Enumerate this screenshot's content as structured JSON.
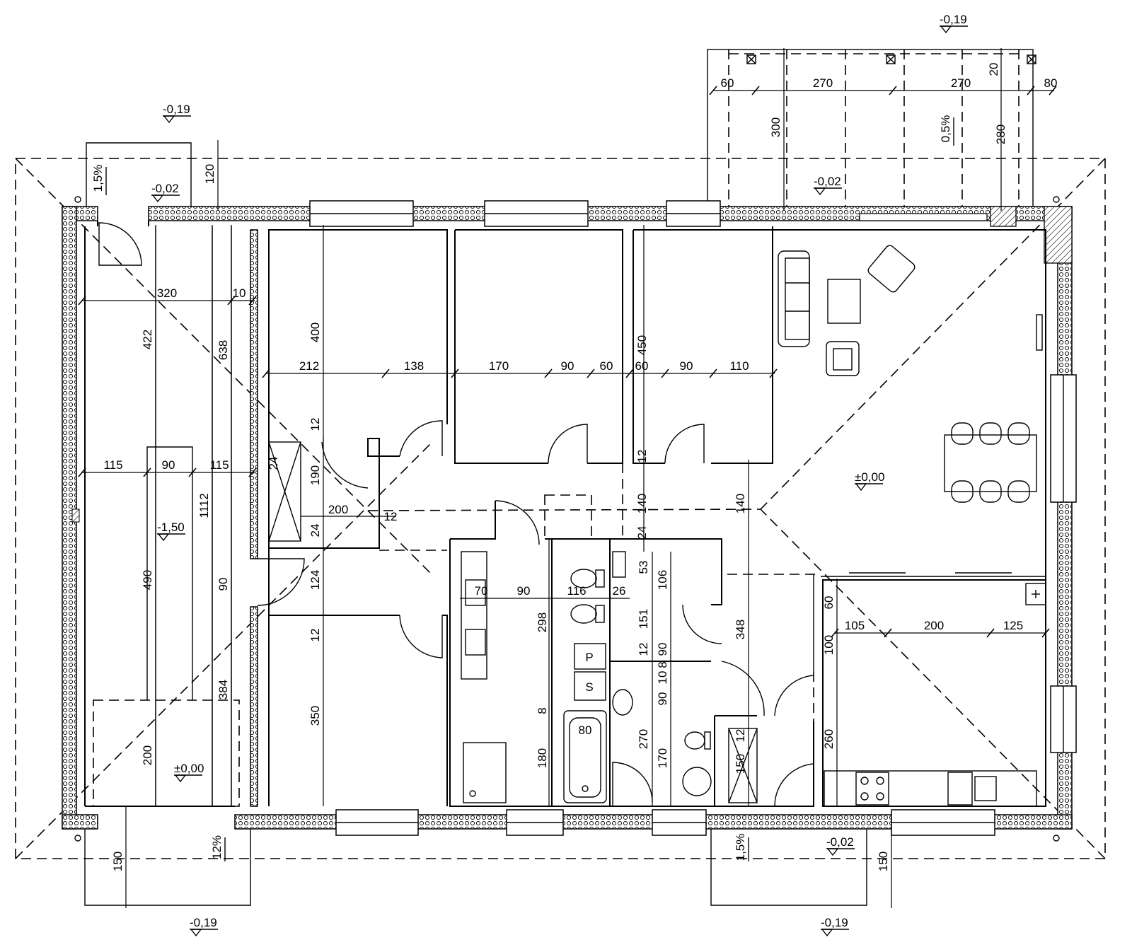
{
  "colors": {
    "ink": "#000000",
    "paper": "#ffffff"
  },
  "levels": {
    "top_right": "-0,19",
    "top_left": "-0,19",
    "entrance_left": "-0,02",
    "terrace_top": "-0,02",
    "living": "±0,00",
    "garage": "±0,00",
    "stair": "-1,50",
    "bottom_left": "-0,19",
    "bottom_right": "-0,19",
    "entrance_right": "-0,02"
  },
  "slopes": {
    "entrance_left": "1,5%",
    "terrace": "0,5%",
    "ramp": "12%",
    "entrance_right": "1,5%"
  },
  "fixture_labels": {
    "p": "P",
    "s": "S"
  },
  "dimensions": [
    {
      "t": "60"
    },
    {
      "t": "270"
    },
    {
      "t": "270"
    },
    {
      "t": "20"
    },
    {
      "t": "80"
    },
    {
      "t": "300"
    },
    {
      "t": "280"
    },
    {
      "t": "120"
    },
    {
      "t": "320"
    },
    {
      "t": "10"
    },
    {
      "t": "422"
    },
    {
      "t": "638"
    },
    {
      "t": "400"
    },
    {
      "t": "450"
    },
    {
      "t": "212"
    },
    {
      "t": "138"
    },
    {
      "t": "170"
    },
    {
      "t": "90"
    },
    {
      "t": "60"
    },
    {
      "t": "60"
    },
    {
      "t": "90"
    },
    {
      "t": "110"
    },
    {
      "t": "115"
    },
    {
      "t": "90"
    },
    {
      "t": "115"
    },
    {
      "t": "1112"
    },
    {
      "t": "490"
    },
    {
      "t": "90"
    },
    {
      "t": "384"
    },
    {
      "t": "200"
    },
    {
      "t": "12"
    },
    {
      "t": "190"
    },
    {
      "t": "24"
    },
    {
      "t": "200"
    },
    {
      "t": "12"
    },
    {
      "t": "12"
    },
    {
      "t": "140"
    },
    {
      "t": "24"
    },
    {
      "t": "140"
    },
    {
      "t": "24"
    },
    {
      "t": "124"
    },
    {
      "t": "12"
    },
    {
      "t": "350"
    },
    {
      "t": "70"
    },
    {
      "t": "90"
    },
    {
      "t": "116"
    },
    {
      "t": "26"
    },
    {
      "t": "53"
    },
    {
      "t": "106"
    },
    {
      "t": "298"
    },
    {
      "t": "348"
    },
    {
      "t": "151"
    },
    {
      "t": "90"
    },
    {
      "t": "12"
    },
    {
      "t": "8"
    },
    {
      "t": "10"
    },
    {
      "t": "90"
    },
    {
      "t": "270"
    },
    {
      "t": "8"
    },
    {
      "t": "80"
    },
    {
      "t": "180"
    },
    {
      "t": "170"
    },
    {
      "t": "12"
    },
    {
      "t": "150"
    },
    {
      "t": "60"
    },
    {
      "t": "105"
    },
    {
      "t": "200"
    },
    {
      "t": "125"
    },
    {
      "t": "100"
    },
    {
      "t": "260"
    },
    {
      "t": "150"
    },
    {
      "t": "150"
    }
  ]
}
